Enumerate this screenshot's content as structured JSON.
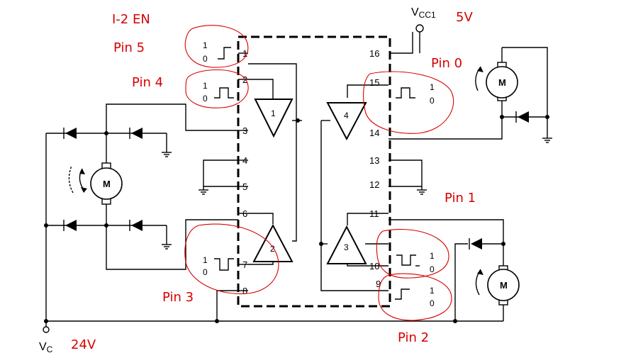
{
  "annotations": {
    "en12": "I-2 EN",
    "pin5": "Pin 5",
    "pin4": "Pin 4",
    "pin3": "Pin  3",
    "pin0": "Pin 0",
    "pin1": "Pin 1",
    "pin2": "Pin  2",
    "v5": "5V",
    "v24": "24V"
  },
  "supplies": {
    "vcc1_main": "V",
    "vcc1_sub": "CC1",
    "vc_main": "V",
    "vc_sub": "C"
  },
  "chip_pins": {
    "p1": "1",
    "p2": "2",
    "p3": "3",
    "p4": "4",
    "p5": "5",
    "p6": "6",
    "p7": "7",
    "p8": "8",
    "p9": "9",
    "p10": "10",
    "p11": "11",
    "p12": "12",
    "p13": "13",
    "p14": "14",
    "p15": "15",
    "p16": "16"
  },
  "buffers": {
    "b1": "1",
    "b2": "2",
    "b3": "3",
    "b4": "4"
  },
  "motor_label": "M",
  "logic_levels": {
    "high": "1",
    "low": "0"
  },
  "colors": {
    "annotation": "#d80000",
    "wire": "#000000"
  }
}
